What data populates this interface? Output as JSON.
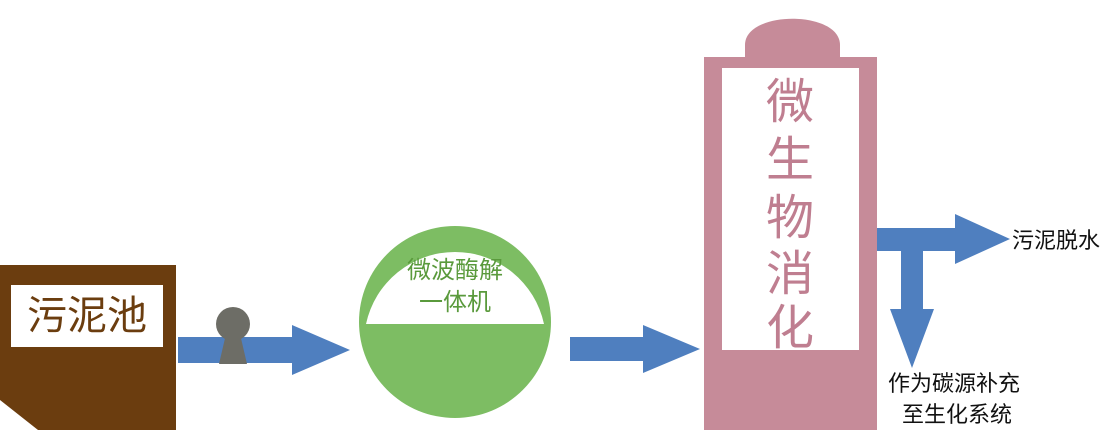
{
  "colors": {
    "arrow": "#4f7fbf",
    "pit": "#6b3d0f",
    "mixer_body": "#7dbd63",
    "mixer_text": "#5a9a3c",
    "digester": "#c68b99",
    "digester_text": "#bf7e90",
    "pump": "#6d6d66",
    "label": "#111111"
  },
  "icons": {
    "pump": "pump-icon"
  },
  "nodes": {
    "sludge_pit": {
      "label": "污泥池"
    },
    "mixer": {
      "label_line1": "微波酶解",
      "label_line2": "一体机"
    },
    "digester": {
      "chars": [
        "微",
        "生",
        "物",
        "消",
        "化"
      ]
    }
  },
  "outputs": {
    "dewatering": "污泥脱水",
    "carbon_line1": "作为碳源补充",
    "carbon_line2": "至生化系统"
  }
}
